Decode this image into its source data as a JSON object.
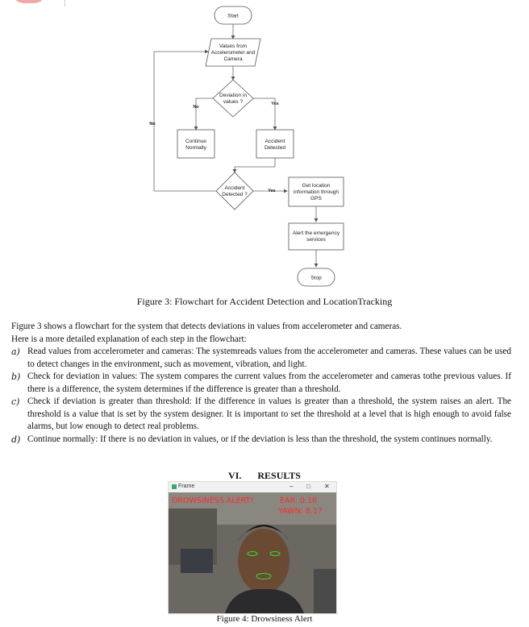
{
  "flowchart": {
    "start": "Start",
    "read_values": [
      "Values from",
      "Accelerometer and",
      "Camera"
    ],
    "deviation": [
      "Deviation in",
      "values ?"
    ],
    "continue": [
      "Continue",
      "Normally"
    ],
    "accident_detected": [
      "Accident",
      "Detected"
    ],
    "accident_check": [
      "Accident",
      "Detected ?"
    ],
    "get_location": [
      "Get location",
      "information through",
      "GPS"
    ],
    "alert": [
      "Alert the emergency",
      "services"
    ],
    "stop": "Stop",
    "label_no": "No",
    "label_yes": "Yes"
  },
  "figure3_caption": "Figure 3: Flowchart for Accident Detection and LocationTracking",
  "intro": [
    "Figure 3 shows a flowchart for the system that detects deviations in values from accelerometer and cameras.",
    "Here is a more detailed explanation of each step in the flowchart:"
  ],
  "steps": [
    {
      "label": "a)",
      "text": "Read values from accelerometer and cameras: The systemreads values from the accelerometer and cameras. These values can be used to detect changes in the environment, such as movement, vibration, and light."
    },
    {
      "label": "b)",
      "text": "Check for deviation in values: The system compares the current values from the accelerometer and cameras tothe previous values. If there is a difference, the system determines if the difference is greater than a threshold."
    },
    {
      "label": "c)",
      "text": "Check if deviation is greater than threshold: If the difference in values is greater than a threshold, the system raises an alert. The threshold is a value that is set by the system designer. It is important to set the threshold at a level that is high enough to avoid false alarms, but low enough to detect real problems."
    },
    {
      "label": "d)",
      "text": "Continue normally: If there is no deviation in values, or if the deviation is less than the threshold, the system continues normally."
    }
  ],
  "section": {
    "number": "VI.",
    "title": "RESULTS"
  },
  "frame_window": {
    "title": "Frame",
    "minimize": "–",
    "maximize": "□",
    "close": "✕",
    "alert_text": "DROWSINESS ALERT!",
    "ear_text": "EAR: 0.16",
    "yawn_text": "YAWN: 8.17"
  },
  "figure4_caption": "Figure 4: Drowsiness Alert"
}
